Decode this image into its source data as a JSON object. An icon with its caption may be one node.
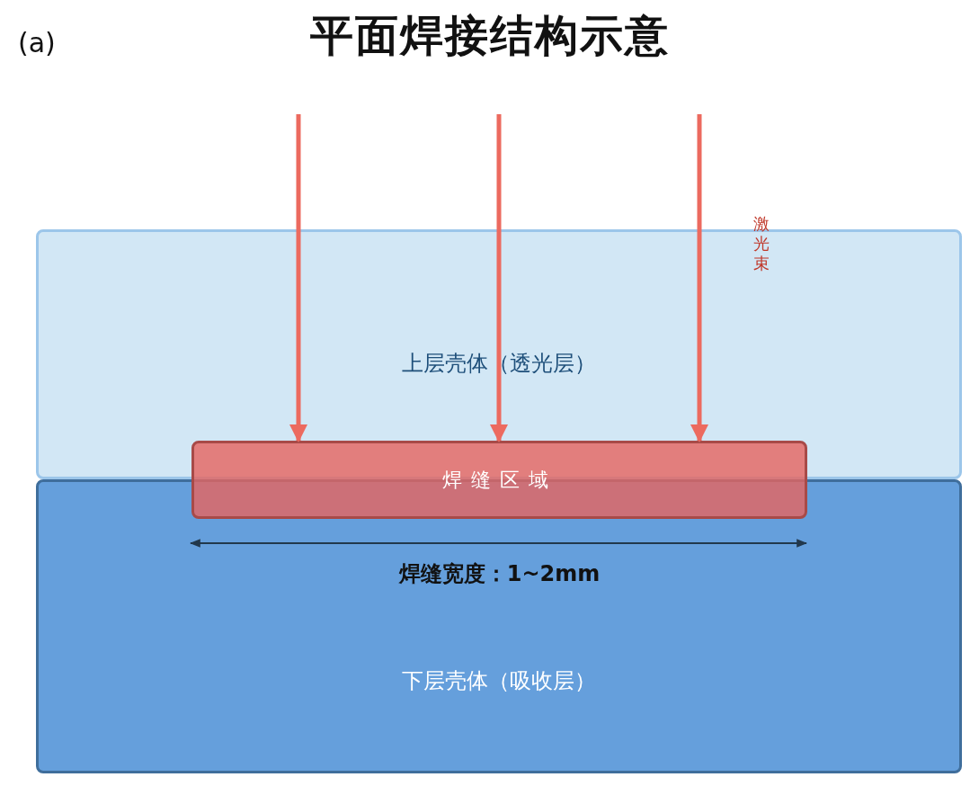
{
  "diagram": {
    "title": "平面焊接结构示意",
    "nodes": [
      {
        "text": [
          "上层壳体（透光层）"
        ]
      },
      {
        "text": [
          "下层壳体（吸收层）"
        ]
      },
      {
        "text": [
          "焊缝区域"
        ]
      }
    ],
    "edges": [
      {
        "from": null,
        "to": 2,
        "arrow": "to"
      },
      {
        "from": null,
        "to": 2,
        "arrow": "to"
      },
      {
        "from": null,
        "to": 2,
        "arrow": "to"
      }
    ],
    "labels": [
      "(a)",
      "激光束",
      "焊缝宽度：1~2mm"
    ]
  }
}
